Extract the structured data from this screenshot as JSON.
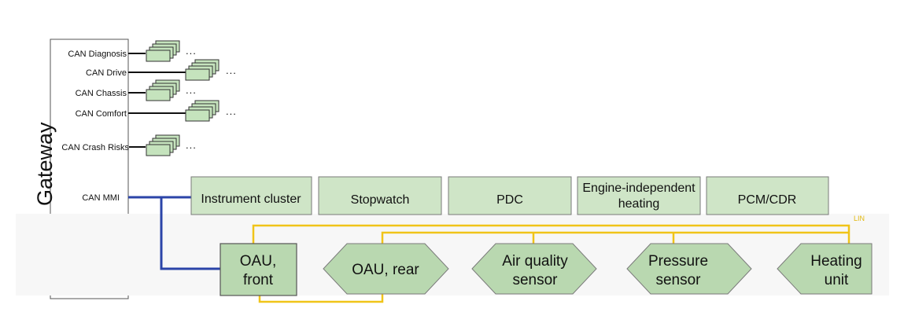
{
  "gateway": {
    "label": "Gateway"
  },
  "can_buses": [
    {
      "label": "CAN Diagnosis",
      "dots": "..."
    },
    {
      "label": "CAN Drive",
      "dots": "..."
    },
    {
      "label": "CAN Chassis",
      "dots": "..."
    },
    {
      "label": "CAN Comfort",
      "dots": "..."
    },
    {
      "label": "CAN Crash Risks",
      "dots": "..."
    },
    {
      "label": "CAN MMI"
    }
  ],
  "mmi_units": [
    {
      "lines": [
        "Instrument cluster"
      ]
    },
    {
      "lines": [
        "Stopwatch"
      ]
    },
    {
      "lines": [
        "PDC"
      ]
    },
    {
      "lines": [
        "Engine-independent",
        "heating"
      ]
    },
    {
      "lines": [
        "PCM/CDR"
      ]
    }
  ],
  "lin_bus": {
    "label": "LIN"
  },
  "lin_units": [
    {
      "lines": [
        "OAU,",
        "front"
      ],
      "shape": "rectangle"
    },
    {
      "lines": [
        "OAU, rear"
      ],
      "shape": "hexagon"
    },
    {
      "lines": [
        "Air quality",
        "sensor"
      ],
      "shape": "hexagon"
    },
    {
      "lines": [
        "Pressure",
        "sensor"
      ],
      "shape": "hexagon"
    },
    {
      "lines": [
        "Heating",
        "unit"
      ],
      "shape": "half-hexagon"
    }
  ],
  "colors": {
    "mmi_bus": "#2b44a8",
    "lin_bus": "#f0c419",
    "can_bus": "#111111",
    "ecu_fill": "#cfe5c7",
    "ecu_fill_dark": "#b9d8b0"
  }
}
